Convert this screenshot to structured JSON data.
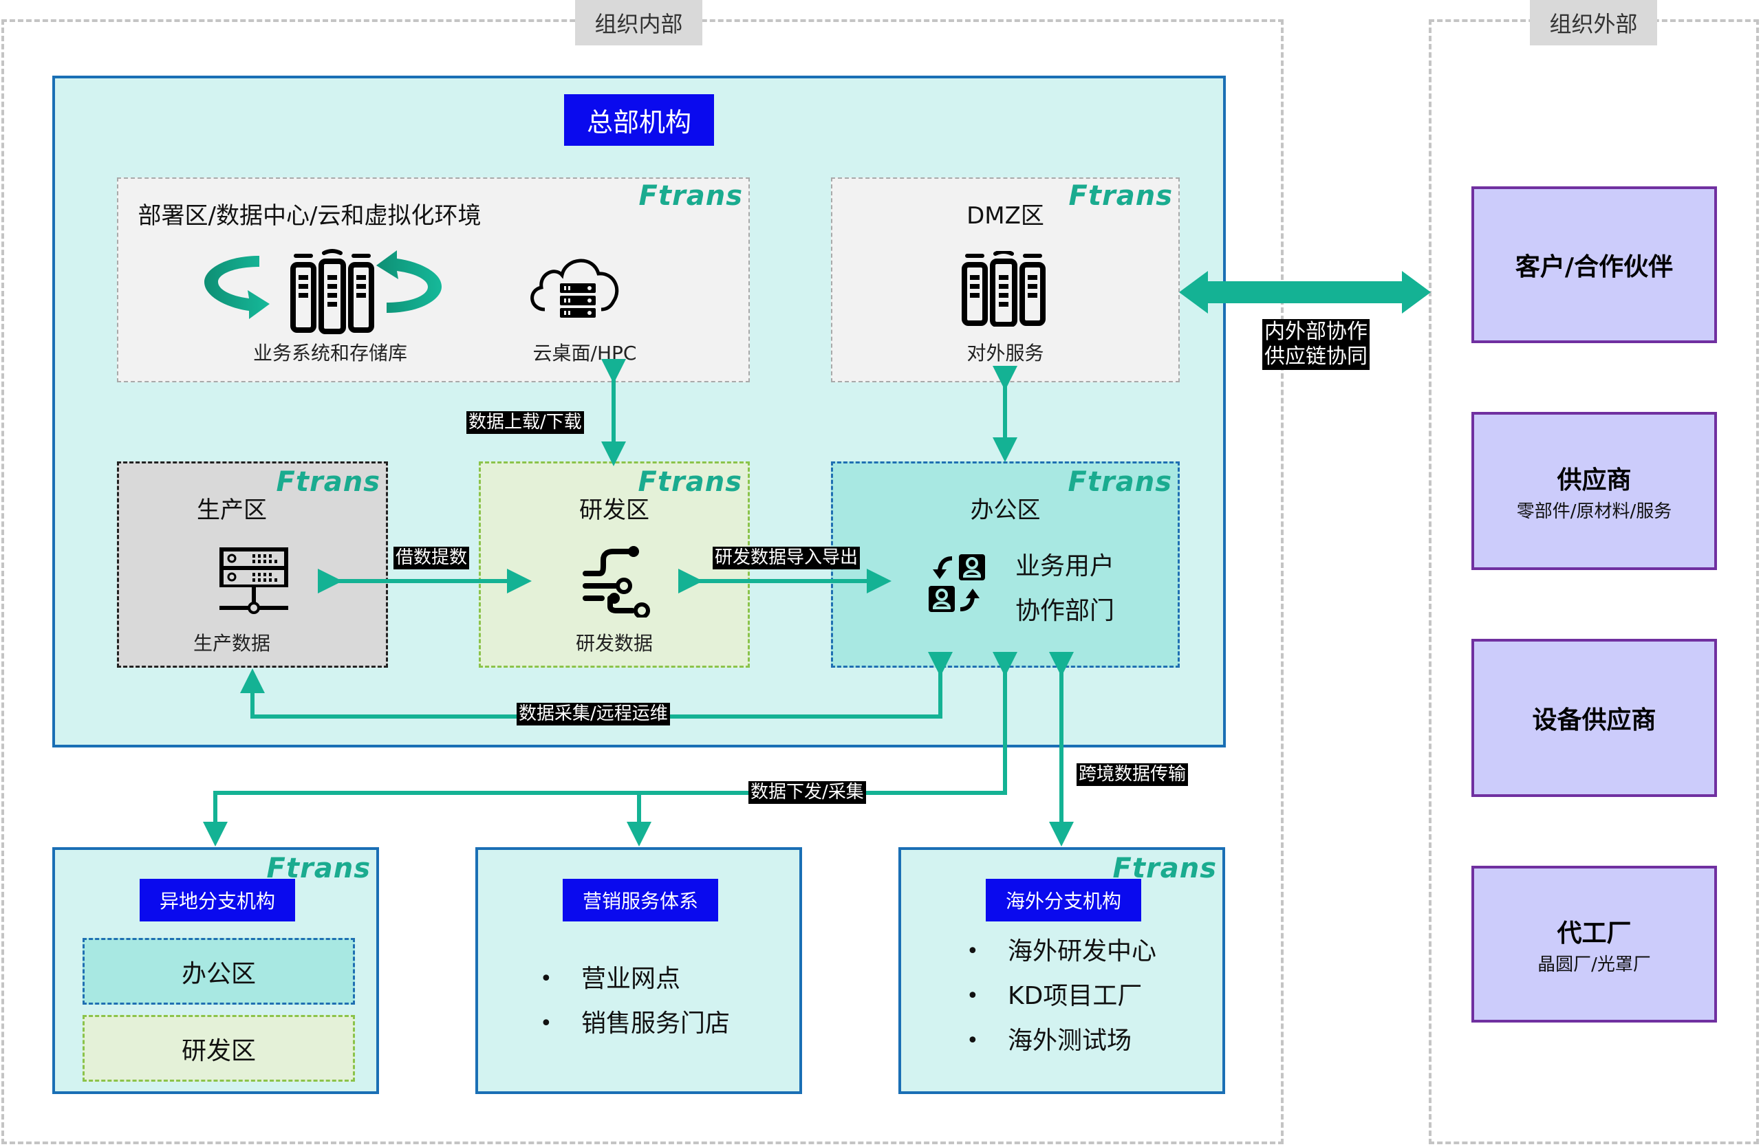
{
  "groups": {
    "internal_label": "组织内部",
    "external_label": "组织外部"
  },
  "headquarters": {
    "title": "总部机构",
    "deploy_zone": {
      "title": "部署区/数据中心/云和虚拟化环境",
      "items": [
        {
          "icon": "server-rack-sync-icon",
          "label": "业务系统和存储库"
        },
        {
          "icon": "cloud-server-icon",
          "label": "云桌面/HPC"
        }
      ]
    },
    "dmz_zone": {
      "title": "DMZ区",
      "item": {
        "icon": "server-rack-icon",
        "label": "对外服务"
      }
    },
    "production_zone": {
      "title": "生产区",
      "item": {
        "icon": "network-server-icon",
        "label": "生产数据"
      }
    },
    "rd_zone": {
      "title": "研发区",
      "item": {
        "icon": "circuit-icon",
        "label": "研发数据"
      }
    },
    "office_zone": {
      "title": "办公区",
      "icon": "user-exchange-icon",
      "lines": [
        "业务用户",
        "协作部门"
      ]
    }
  },
  "brand": {
    "logo_text": "Ftrans",
    "color": "#1aab8f"
  },
  "connectors": {
    "upload_download": "数据上载/下载",
    "borrow_extract": "借数提数",
    "rd_import_export": "研发数据导入导出",
    "collect_remote_ops": "数据采集/远程运维",
    "distribute_collect": "数据下发/采集",
    "cross_border": "跨境数据传输",
    "collaboration_line1": "内外部协作",
    "collaboration_line2": "供应链协同"
  },
  "branches": [
    {
      "title": "异地分支机构",
      "has_logo": true,
      "zones": [
        "办公区",
        "研发区"
      ]
    },
    {
      "title": "营销服务体系",
      "has_logo": false,
      "bullets": [
        "营业网点",
        "销售服务门店"
      ]
    },
    {
      "title": "海外分支机构",
      "has_logo": true,
      "bullets": [
        "海外研发中心",
        "KD项目工厂",
        "海外测试场"
      ]
    }
  ],
  "external": [
    {
      "title": "客户/合作伙伴",
      "subtitle": ""
    },
    {
      "title": "供应商",
      "subtitle": "零部件/原材料/服务"
    },
    {
      "title": "设备供应商",
      "subtitle": ""
    },
    {
      "title": "代工厂",
      "subtitle": "晶圆厂/光罩厂"
    }
  ],
  "colors": {
    "hq_bg": "#d3f3f1",
    "hq_border": "#1a6fb5",
    "title_blue": "#0a0aee",
    "connector": "#14b294",
    "external_bg": "#ccccfb",
    "external_border": "#7030a0"
  }
}
